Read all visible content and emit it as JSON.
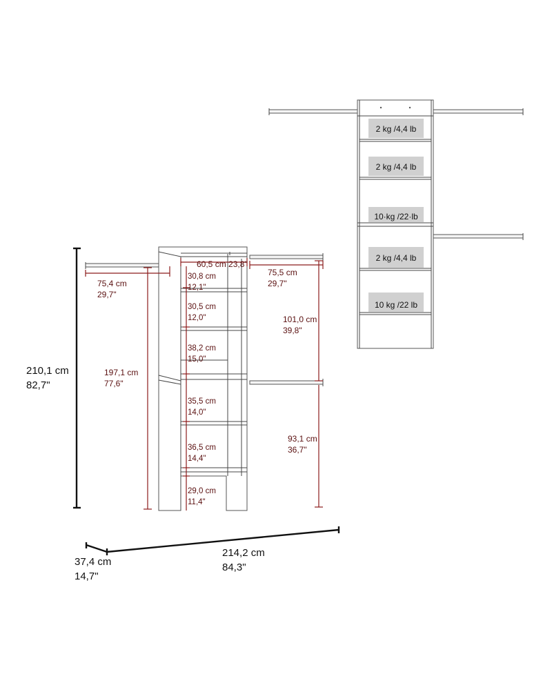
{
  "overall": {
    "height_cm": "210,1 cm",
    "height_in": "82,7\"",
    "width_cm": "214,2 cm",
    "width_in": "84,3\"",
    "depth_cm": "37,4 cm",
    "depth_in": "14,7\""
  },
  "left_rod": {
    "cm": "75,4 cm",
    "in": "29,7\""
  },
  "left_rod_height": {
    "cm": "197,1 cm",
    "in": "77,6\""
  },
  "right_rod": {
    "cm": "75,5 cm",
    "in": "29,7\""
  },
  "right_upper_rod_drop": {
    "cm": "101,0 cm",
    "in": "39,8\""
  },
  "right_lower_rod_height": {
    "cm": "93,1 cm",
    "in": "36,7\""
  },
  "tower_width": {
    "cm": "60,5 cm",
    "in": "23,8\""
  },
  "shelf_gaps": [
    {
      "cm": "30,8 cm",
      "in": "12,1\""
    },
    {
      "cm": "30,5 cm",
      "in": "12,0\""
    },
    {
      "cm": "38,2 cm",
      "in": "15,0\""
    },
    {
      "cm": "35,5 cm",
      "in": "14,0\""
    },
    {
      "cm": "36,5 cm",
      "in": "14,4\""
    },
    {
      "cm": "29,0 cm",
      "in": "11,4\""
    }
  ],
  "loads": [
    "2 kg /4,4 lb",
    "2 kg /4,4 lb",
    "10·kg /22·lb",
    "2 kg /4,4 lb",
    "10 kg /22 lb"
  ]
}
